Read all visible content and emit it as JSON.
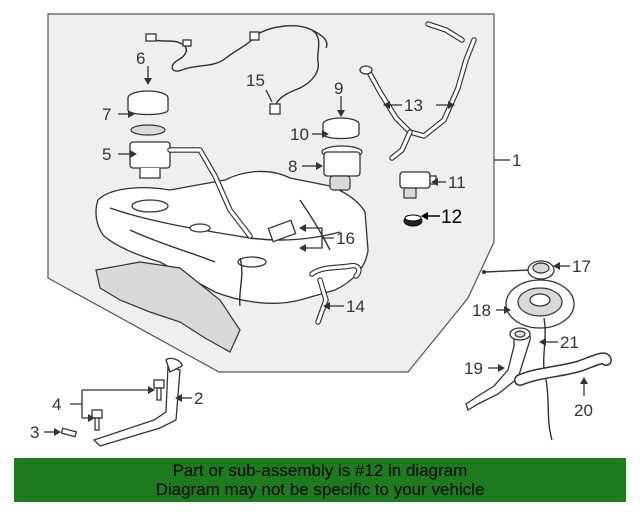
{
  "callouts": {
    "c1": "1",
    "c2": "2",
    "c3": "3",
    "c4": "4",
    "c5": "5",
    "c6": "6",
    "c7": "7",
    "c8": "8",
    "c9": "9",
    "c10": "10",
    "c11": "11",
    "c12": "12",
    "c13": "13",
    "c14": "14",
    "c15": "15",
    "c16": "16",
    "c17": "17",
    "c18": "18",
    "c19": "19",
    "c20": "20",
    "c21": "21"
  },
  "highlighted_part": "12",
  "banner": {
    "line1": "Part or sub-assembly is #12 in diagram",
    "line2": "Diagram may not be specific to your vehicle"
  },
  "colors": {
    "banner_bg": "#1e7a1e",
    "panel_bg": "#efefef",
    "line": "#333333"
  }
}
